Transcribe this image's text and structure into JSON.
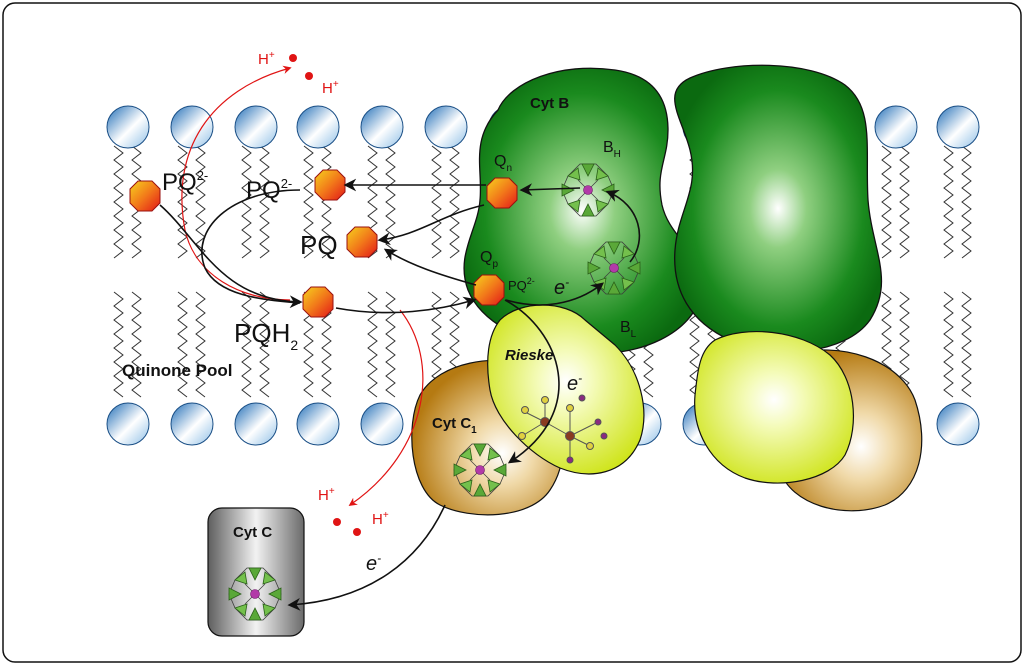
{
  "diagram": {
    "title": "Cytochrome b6f Q-cycle",
    "labels": {
      "cyt_b": "Cyt B",
      "b_h": "B",
      "b_h_sub": "H",
      "b_l": "B",
      "b_l_sub": "L",
      "q_n": "Q",
      "q_n_sub": "n",
      "q_p": "Q",
      "q_p_sub": "p",
      "pq2_site": "PQ",
      "pq2_site_sup": "2-",
      "e_b": "e",
      "e_b_sup": "-",
      "pq2_left": "PQ",
      "pq2_left_sup": "2-",
      "pq2_mid": "PQ",
      "pq2_mid_sup": "2-",
      "pq": "PQ",
      "pqh2": "PQH",
      "pqh2_sub": "2",
      "quinone_pool": "Quinone Pool",
      "rieske": "Rieske",
      "e_rieske": "e",
      "e_rieske_sup": "-",
      "cyt_c1": "Cyt C",
      "cyt_c1_sub": "1",
      "cyt_c": "Cyt C",
      "e_c": "e",
      "e_c_sup": "-",
      "h_top1": "H",
      "h_top1_sup": "+",
      "h_top2": "H",
      "h_top2_sup": "+",
      "h_bot1": "H",
      "h_bot1_sup": "+",
      "h_bot2": "H",
      "h_bot2_sup": "+"
    },
    "colors": {
      "cyt_b_dark": "#0c6e12",
      "cyt_b_light": "#e8f4e0",
      "rieske": "#d8ec20",
      "cyt_c1": "#c48a1c",
      "cyt_c": "#808080",
      "lipid_head": "#2e82c8",
      "quinone": "#e82020",
      "proton": "#e01414",
      "heme": "#5aa838"
    }
  }
}
